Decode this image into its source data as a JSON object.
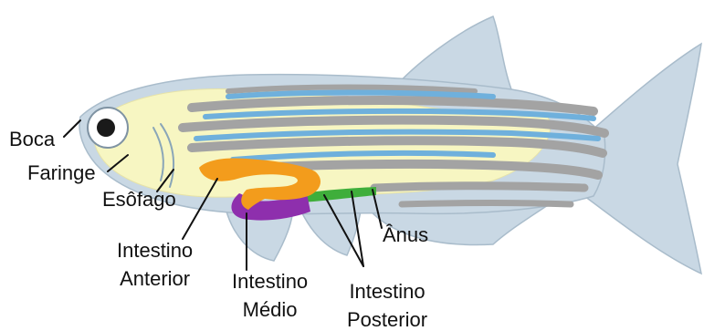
{
  "colors": {
    "body_fill": "#c9d8e4",
    "body_outline": "#a9bccb",
    "stripe_gray": "#a3a3a3",
    "stripe_blue": "#6fb0dc",
    "yolk_yellow": "#f7f6c2",
    "anterior_orange": "#f39c1c",
    "middle_purple": "#8e2fad",
    "posterior_green": "#3fae3b",
    "eye_white": "#ffffff",
    "pupil": "#1a1a1a",
    "leader_line": "#111111"
  },
  "labels": {
    "boca": "Boca",
    "faringe": "Faringe",
    "esofago": "Esôfago",
    "anus": "Ânus",
    "intestino_anterior": {
      "line1": "Intestino",
      "line2": "Anterior"
    },
    "intestino_medio": {
      "line1": "Intestino",
      "line2": "Médio"
    },
    "intestino_posterior": {
      "line1": "Intestino",
      "line2": "Posterior"
    }
  }
}
